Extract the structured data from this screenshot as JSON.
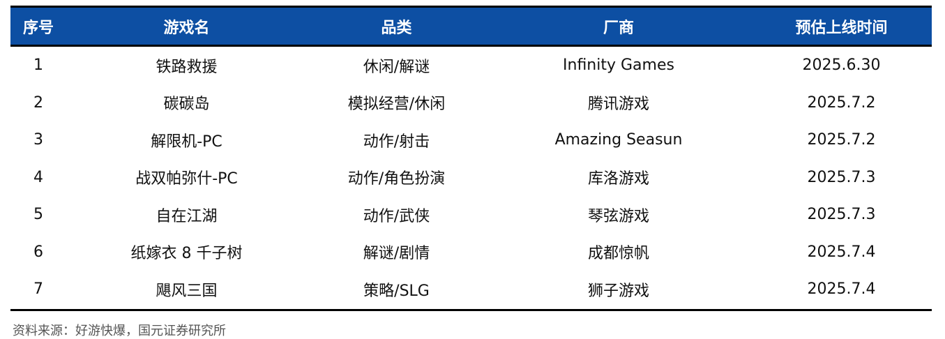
{
  "table": {
    "headers": [
      "序号",
      "游戏名",
      "品类",
      "厂商",
      "预估上线时间"
    ],
    "rows": [
      [
        "1",
        "铁路救援",
        "休闲/解谜",
        "Infinity Games",
        "2025.6.30"
      ],
      [
        "2",
        "碳碳岛",
        "模拟经营/休闲",
        "腾讯游戏",
        "2025.7.2"
      ],
      [
        "3",
        "解限机-PC",
        "动作/射击",
        "Amazing Seasun",
        "2025.7.2"
      ],
      [
        "4",
        "战双帕弥什-PC",
        "动作/角色扮演",
        "库洛游戏",
        "2025.7.3"
      ],
      [
        "5",
        "自在江湖",
        "动作/武侠",
        "琴弦游戏",
        "2025.7.3"
      ],
      [
        "6",
        "纸嫁衣 8 千子树",
        "解谜/剧情",
        "成都惊帆",
        "2025.7.4"
      ],
      [
        "7",
        "飓风三国",
        "策略/SLG",
        "狮子游戏",
        "2025.7.4"
      ]
    ]
  },
  "source": "资料来源：好游快爆，国元证券研究所",
  "colors": {
    "header_bg": "#0d4fa3",
    "header_text": "#ffffff"
  }
}
